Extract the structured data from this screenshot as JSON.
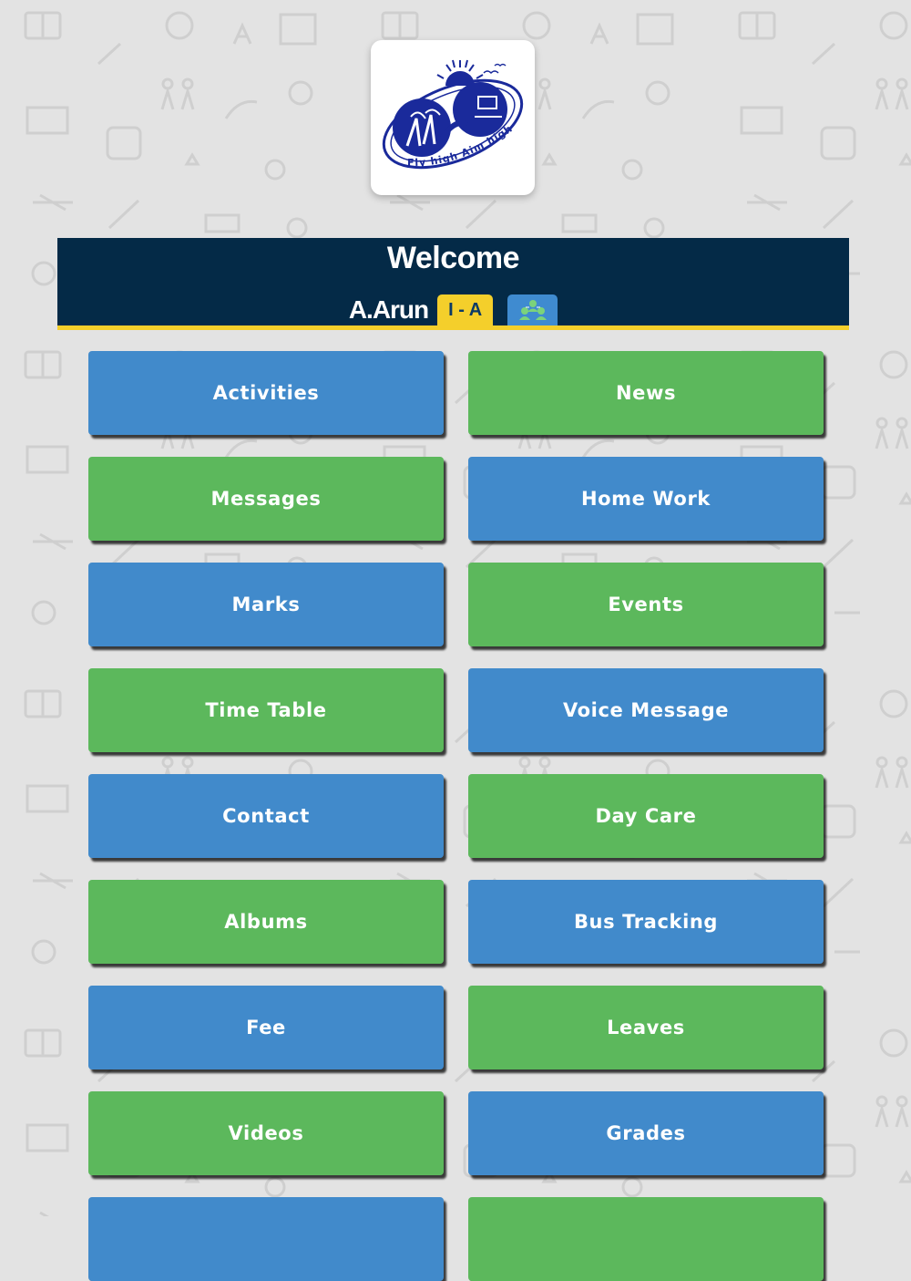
{
  "logo": {
    "motto": "Fly high Aim higher"
  },
  "header": {
    "title": "Welcome",
    "student_name": "A.Arun",
    "class_section": "I - A",
    "switch_icon": "users-group-icon"
  },
  "colors": {
    "header_bg": "#042a47",
    "header_accent": "#f4cf2b",
    "button_blue": "#418acb",
    "button_green": "#5cb85c",
    "page_bg": "#e3e3e3"
  },
  "menu": [
    {
      "id": "activities",
      "label": "Activities",
      "color": "blue"
    },
    {
      "id": "news",
      "label": "News",
      "color": "green"
    },
    {
      "id": "messages",
      "label": "Messages",
      "color": "green"
    },
    {
      "id": "home-work",
      "label": "Home Work",
      "color": "blue"
    },
    {
      "id": "marks",
      "label": "Marks",
      "color": "blue"
    },
    {
      "id": "events",
      "label": "Events",
      "color": "green"
    },
    {
      "id": "time-table",
      "label": "Time Table",
      "color": "green"
    },
    {
      "id": "voice-message",
      "label": "Voice Message",
      "color": "blue"
    },
    {
      "id": "contact",
      "label": "Contact",
      "color": "blue"
    },
    {
      "id": "day-care",
      "label": "Day Care",
      "color": "green"
    },
    {
      "id": "albums",
      "label": "Albums",
      "color": "green"
    },
    {
      "id": "bus-tracking",
      "label": "Bus Tracking",
      "color": "blue"
    },
    {
      "id": "fee",
      "label": "Fee",
      "color": "blue"
    },
    {
      "id": "leaves",
      "label": "Leaves",
      "color": "green"
    },
    {
      "id": "videos",
      "label": "Videos",
      "color": "green"
    },
    {
      "id": "grades",
      "label": "Grades",
      "color": "blue"
    },
    {
      "id": "more-left",
      "label": "",
      "color": "blue"
    },
    {
      "id": "more-right",
      "label": "",
      "color": "green"
    }
  ]
}
